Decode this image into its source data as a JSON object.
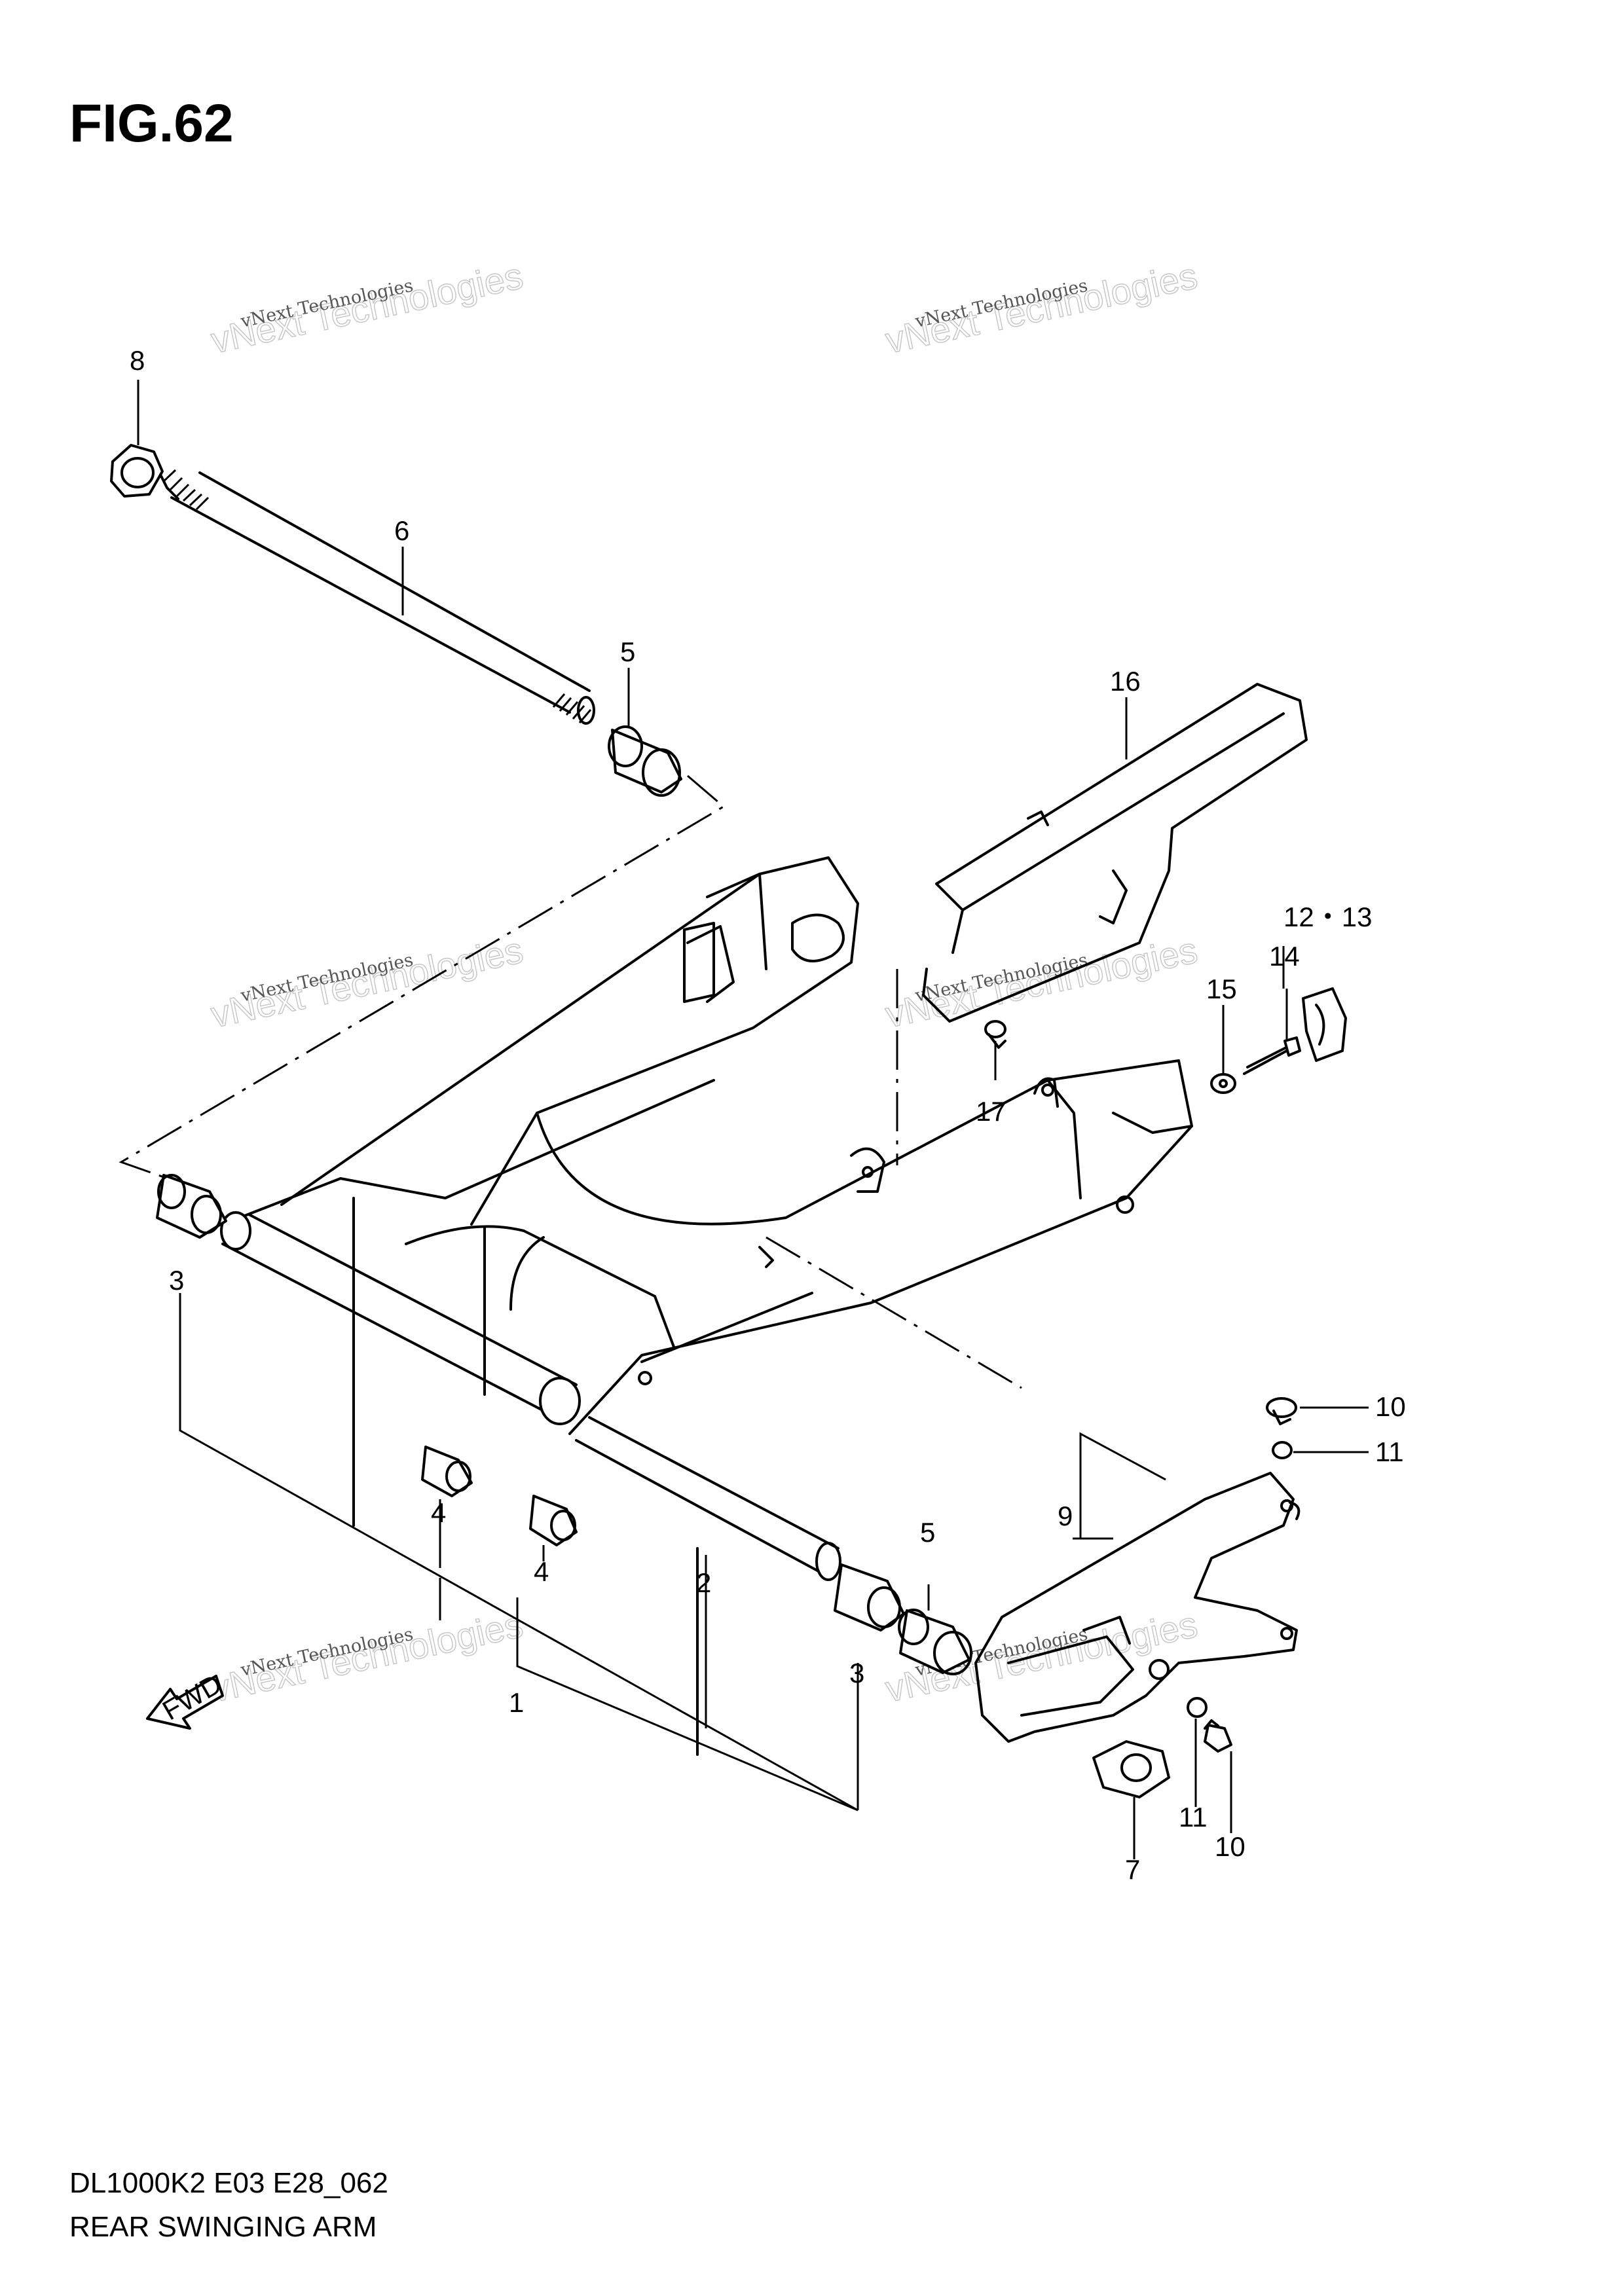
{
  "figure": {
    "title": "FIG.62",
    "model_code": "DL1000K2 E03 E28_062",
    "name": "REAR SWINGING ARM"
  },
  "watermark": {
    "small": "vNext Technologies",
    "big": "vNext Technologies"
  },
  "fwd_label": "FWD",
  "callouts": [
    {
      "id": "c1",
      "text": "1"
    },
    {
      "id": "c2",
      "text": "2"
    },
    {
      "id": "c3a",
      "text": "3"
    },
    {
      "id": "c3b",
      "text": "3"
    },
    {
      "id": "c4a",
      "text": "4"
    },
    {
      "id": "c4b",
      "text": "4"
    },
    {
      "id": "c5a",
      "text": "5"
    },
    {
      "id": "c5b",
      "text": "5"
    },
    {
      "id": "c6",
      "text": "6"
    },
    {
      "id": "c7",
      "text": "7"
    },
    {
      "id": "c8",
      "text": "8"
    },
    {
      "id": "c9",
      "text": "9"
    },
    {
      "id": "c10a",
      "text": "10"
    },
    {
      "id": "c10b",
      "text": "10"
    },
    {
      "id": "c11a",
      "text": "11"
    },
    {
      "id": "c11b",
      "text": "11"
    },
    {
      "id": "c1213",
      "text": "12・13"
    },
    {
      "id": "c14",
      "text": "14"
    },
    {
      "id": "c15",
      "text": "15"
    },
    {
      "id": "c16",
      "text": "16"
    },
    {
      "id": "c17",
      "text": "17"
    }
  ]
}
